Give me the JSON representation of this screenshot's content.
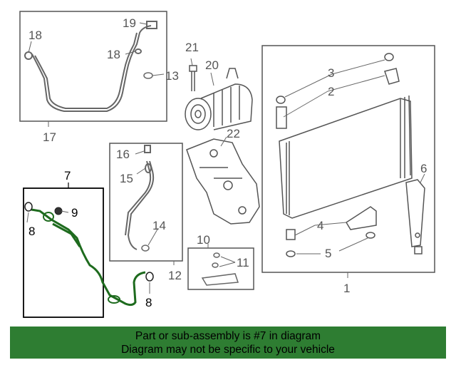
{
  "callouts": {
    "c1": "1",
    "c2": "2",
    "c3": "3",
    "c4": "4",
    "c5": "5",
    "c6": "6",
    "c7": "7",
    "c8a": "8",
    "c8b": "8",
    "c9": "9",
    "c10": "10",
    "c11": "11",
    "c12": "12",
    "c13": "13",
    "c14": "14",
    "c15": "15",
    "c16": "16",
    "c17": "17",
    "c18a": "18",
    "c18b": "18",
    "c19": "19",
    "c20": "20",
    "c21": "21",
    "c22": "22"
  },
  "footer": {
    "line1": "Part or sub-assembly is #7 in diagram",
    "line2": "Diagram may not be specific to your vehicle"
  },
  "colors": {
    "highlight_part": "#1e6b1e",
    "footer_bg": "#2e7d32"
  }
}
